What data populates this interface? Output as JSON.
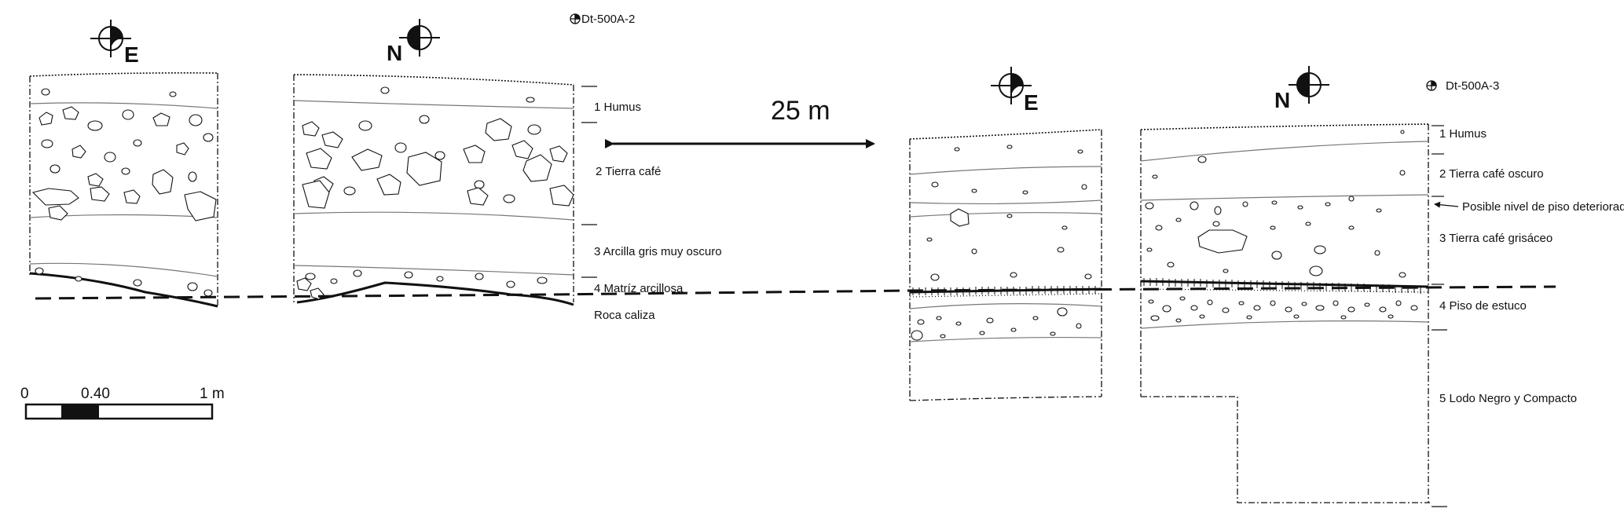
{
  "profile_a": {
    "id": "Dt-500A-2",
    "orientation_left": "E",
    "orientation_right": "N",
    "layers": [
      "1 Humus",
      "2 Tierra café",
      "3 Arcilla gris muy oscuro",
      "4 Matríz arcillosa",
      "Roca caliza"
    ]
  },
  "profile_b": {
    "id": "Dt-500A-3",
    "orientation_left": "E",
    "orientation_right": "N",
    "layers": [
      "1 Humus",
      "2 Tierra café oscuro",
      "3 Tierra café grisáceo",
      "4 Piso de estuco",
      "5 Lodo Negro y Compacto"
    ],
    "annotation": "Posible nivel de piso deteriorado"
  },
  "distance": "25 m",
  "scale": {
    "start": "0",
    "mid": "0.40",
    "end": "1 m"
  }
}
